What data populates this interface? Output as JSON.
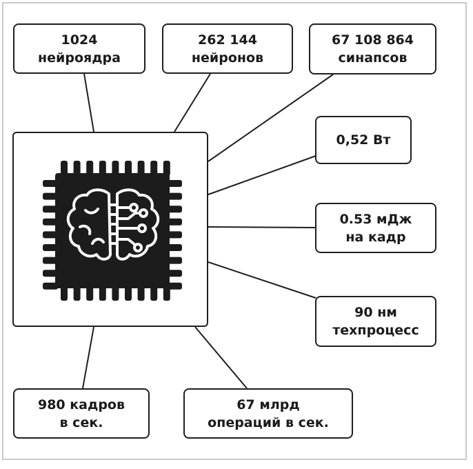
{
  "colors": {
    "ink": "#1e1e1e",
    "chip_fill": "#1c1c1c",
    "frame": "#c9c9c9",
    "background": "#ffffff"
  },
  "chip": {
    "icon": "neural-chip-brain-icon"
  },
  "stats": {
    "cores": {
      "line1": "1024",
      "line2": "нейроядра"
    },
    "neurons": {
      "line1": "262 144",
      "line2": "нейронов"
    },
    "synapses": {
      "line1": "67 108 864",
      "line2": "синапсов"
    },
    "power": {
      "line1": "0,52 Вт"
    },
    "energy": {
      "line1": "0.53 мДж",
      "line2": "на кадр"
    },
    "process": {
      "line1": "90 нм",
      "line2": "техпроцесс"
    },
    "fps": {
      "line1": "980 кадров",
      "line2": "в сек."
    },
    "ops": {
      "line1": "67 млрд",
      "line2": "операций в сек."
    }
  }
}
